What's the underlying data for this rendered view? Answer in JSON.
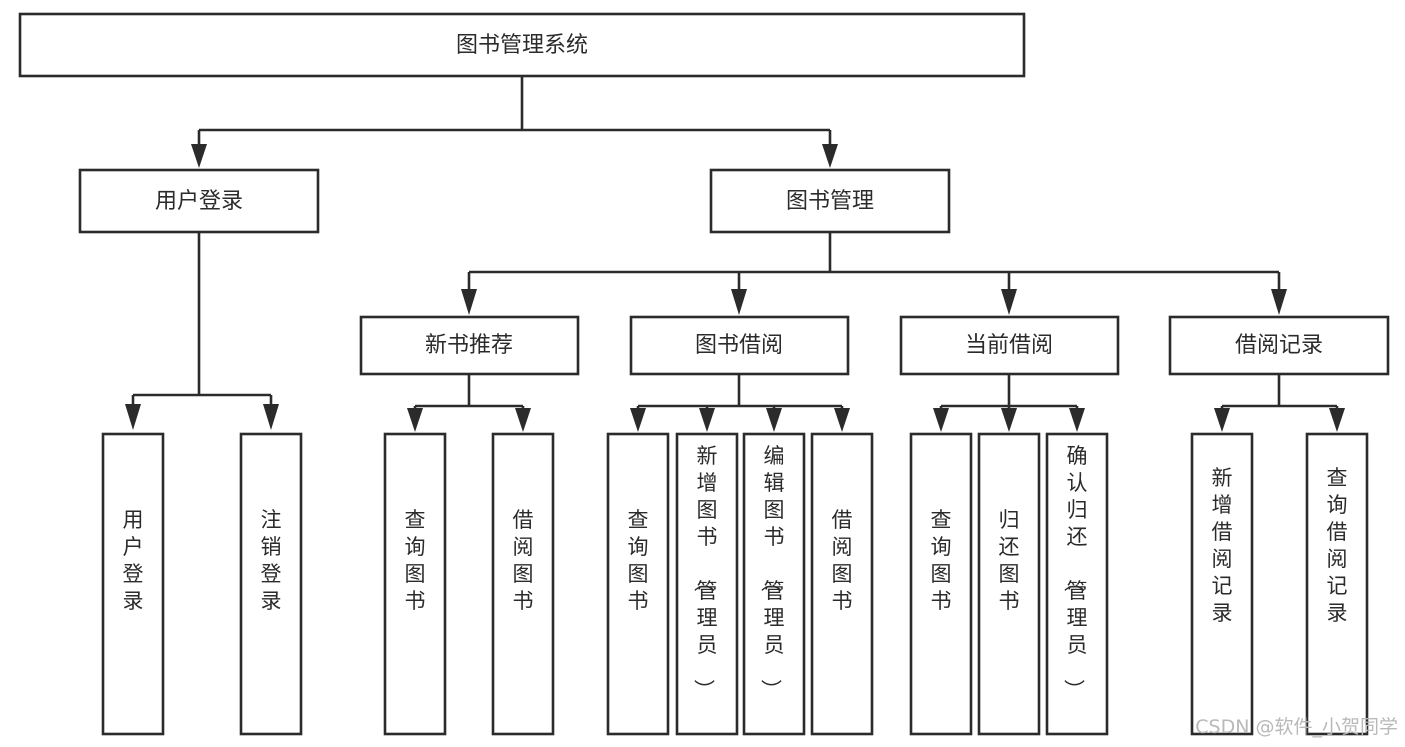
{
  "diagram": {
    "type": "tree-hierarchy",
    "title": "图书管理系统",
    "root": {
      "id": "root",
      "label": "图书管理系统"
    },
    "level2": [
      {
        "id": "user-login",
        "label": "用户登录"
      },
      {
        "id": "book-manage",
        "label": "图书管理"
      }
    ],
    "level3": [
      {
        "id": "new-book-rec",
        "label": "新书推荐",
        "parent": "book-manage"
      },
      {
        "id": "book-borrow",
        "label": "图书借阅",
        "parent": "book-manage"
      },
      {
        "id": "current-borrow",
        "label": "当前借阅",
        "parent": "book-manage"
      },
      {
        "id": "borrow-record",
        "label": "借阅记录",
        "parent": "book-manage"
      }
    ],
    "leaves": [
      {
        "id": "leaf-user-login",
        "label": "用户登录",
        "parent": "user-login"
      },
      {
        "id": "leaf-logout",
        "label": "注销登录",
        "parent": "user-login"
      },
      {
        "id": "leaf-query-book-1",
        "label": "查询图书",
        "parent": "new-book-rec"
      },
      {
        "id": "leaf-borrow-book-1",
        "label": "借阅图书",
        "parent": "new-book-rec"
      },
      {
        "id": "leaf-query-book-2",
        "label": "查询图书",
        "parent": "book-borrow"
      },
      {
        "id": "leaf-add-book",
        "label": "新增图书（管理员）",
        "parent": "book-borrow"
      },
      {
        "id": "leaf-edit-book",
        "label": "编辑图书（管理员）",
        "parent": "book-borrow"
      },
      {
        "id": "leaf-borrow-book-2",
        "label": "借阅图书",
        "parent": "book-borrow"
      },
      {
        "id": "leaf-query-book-3",
        "label": "查询图书",
        "parent": "current-borrow"
      },
      {
        "id": "leaf-return-book",
        "label": "归还图书",
        "parent": "current-borrow"
      },
      {
        "id": "leaf-confirm-return",
        "label": "确认归还（管理员）",
        "parent": "current-borrow"
      },
      {
        "id": "leaf-add-record",
        "label": "新增借阅记录",
        "parent": "borrow-record"
      },
      {
        "id": "leaf-query-record",
        "label": "查询借阅记录",
        "parent": "borrow-record"
      }
    ],
    "colors": {
      "stroke": "#2b2b2b",
      "fill": "#ffffff",
      "background": "#ffffff",
      "watermark": "#b9b9b9"
    }
  },
  "watermark": {
    "text": "CSDN @软件_小贺同学"
  }
}
